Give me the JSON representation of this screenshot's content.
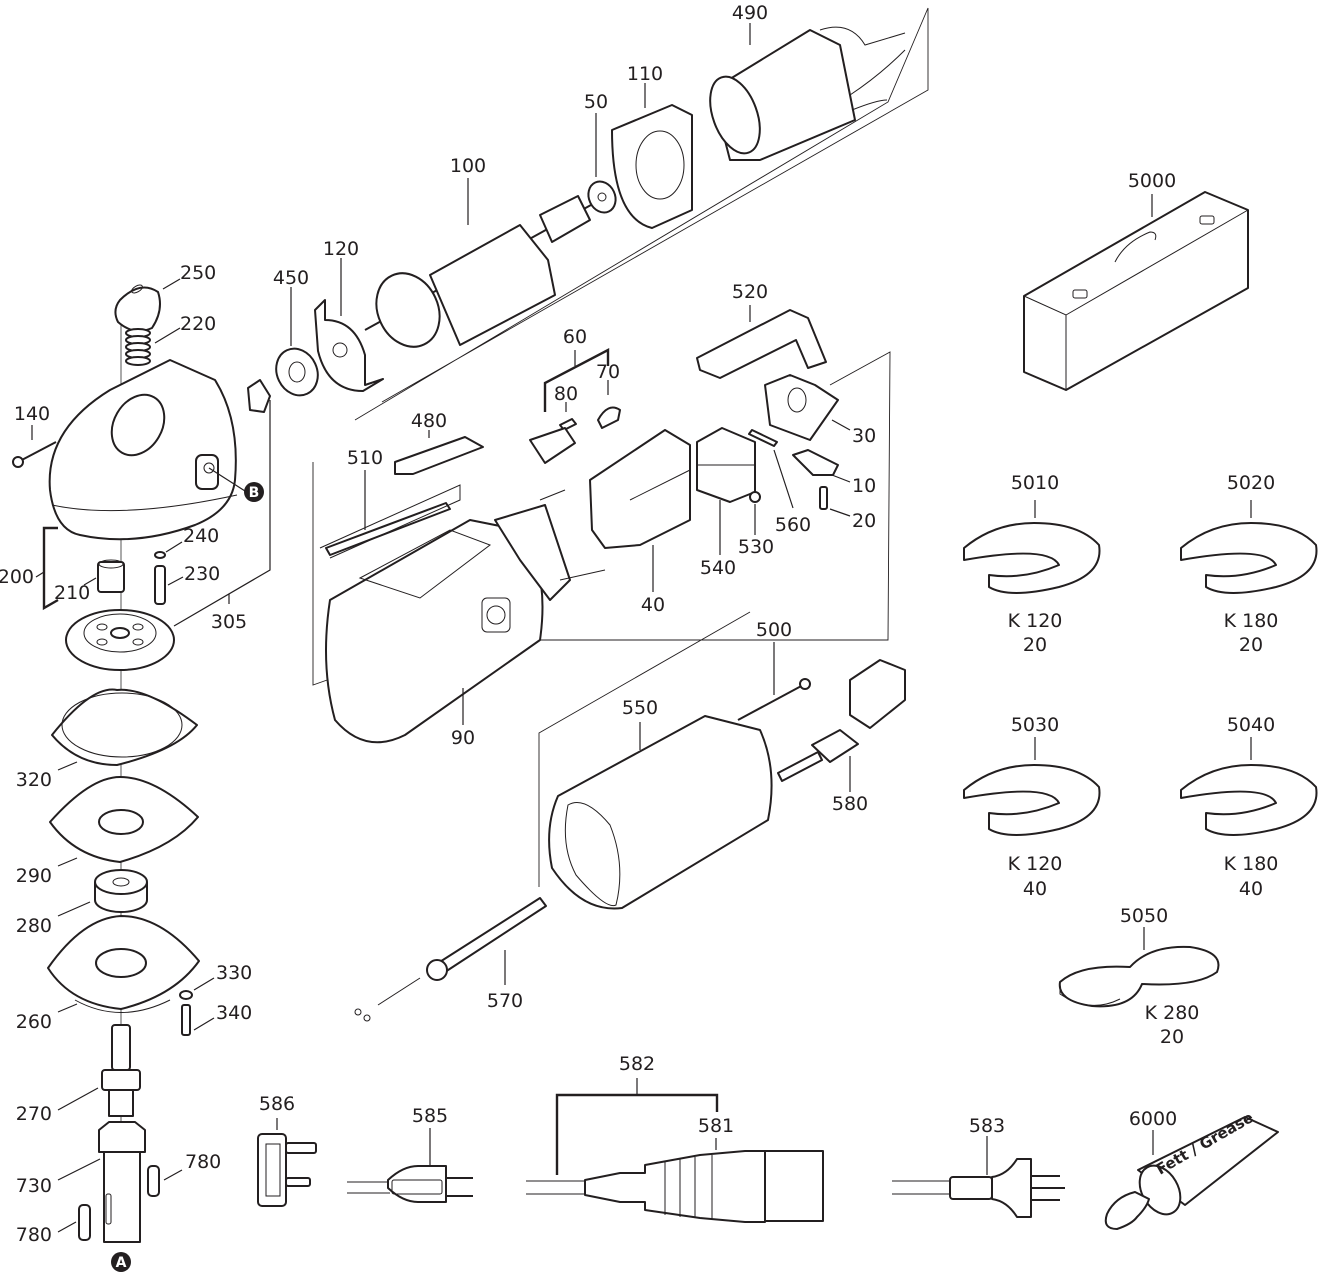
{
  "diagram": {
    "type": "exploded-parts-view",
    "markers": {
      "a": "A",
      "b": "B"
    },
    "grease_tube_text": "Fett / Grease",
    "labels": {
      "p10": "10",
      "p20": "20",
      "p30": "30",
      "p40": "40",
      "p50": "50",
      "p60": "60",
      "p70": "70",
      "p80": "80",
      "p90": "90",
      "p100": "100",
      "p110": "110",
      "p120": "120",
      "p140": "140",
      "p200": "200",
      "p210": "210",
      "p220": "220",
      "p230": "230",
      "p240": "240",
      "p250": "250",
      "p260": "260",
      "p270": "270",
      "p280": "280",
      "p290": "290",
      "p305": "305",
      "p320": "320",
      "p330": "330",
      "p340": "340",
      "p450": "450",
      "p480": "480",
      "p490": "490",
      "p500": "500",
      "p510": "510",
      "p520": "520",
      "p530": "530",
      "p540": "540",
      "p550": "550",
      "p560": "560",
      "p570": "570",
      "p580": "580",
      "p581": "581",
      "p582": "582",
      "p583": "583",
      "p585": "585",
      "p586": "586",
      "p730": "730",
      "p780a": "780",
      "p780b": "780",
      "p5000": "5000",
      "p6000": "6000"
    },
    "belts": [
      {
        "part": "5010",
        "grit": "K 120",
        "width": "20"
      },
      {
        "part": "5020",
        "grit": "K 180",
        "width": "20"
      },
      {
        "part": "5030",
        "grit": "K 120",
        "width": "40"
      },
      {
        "part": "5040",
        "grit": "K 180",
        "width": "40"
      },
      {
        "part": "5050",
        "grit": "K 280",
        "width": "20"
      }
    ]
  }
}
